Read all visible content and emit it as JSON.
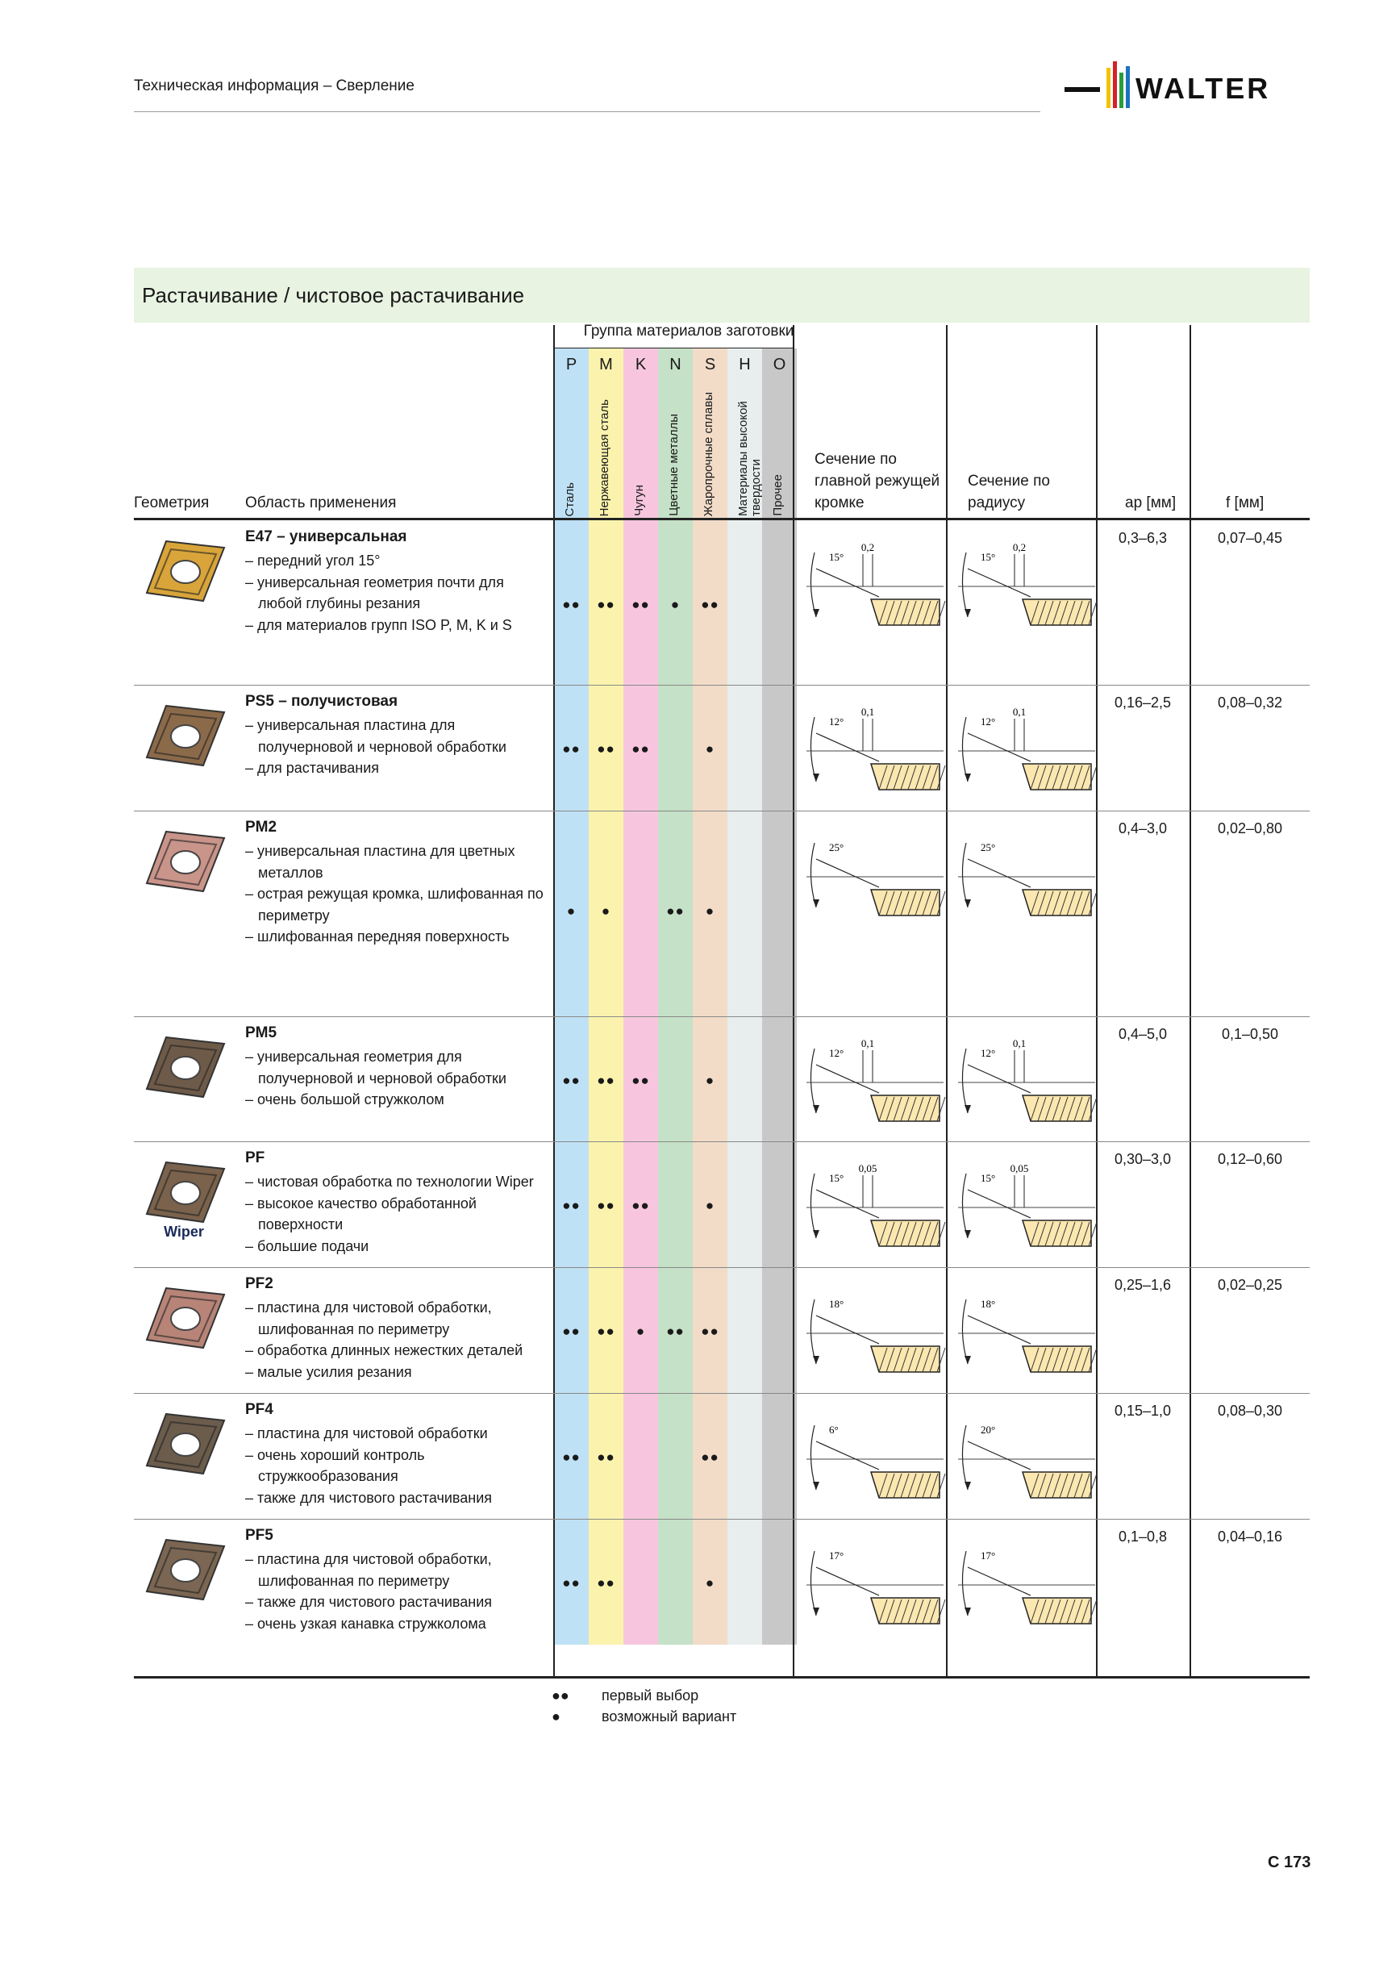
{
  "header": {
    "title": "Техническая информация – Сверление",
    "logo_text": "WALTER"
  },
  "section_title": "Растачивание / чистовое растачивание",
  "table": {
    "group_header": "Группа материалов заготовки",
    "col_geometry": "Геометрия",
    "col_application": "Область применения",
    "col_main_edge": "Сечение по главной режущей кромке",
    "col_radius": "Сечение по радиусу",
    "col_ap": "ap [мм]",
    "col_f": "f [мм]",
    "materials": [
      {
        "letter": "P",
        "label": "Сталь",
        "color": "#bfe1f5"
      },
      {
        "letter": "M",
        "label": "Нержавеющая сталь",
        "color": "#fbf3ad"
      },
      {
        "letter": "K",
        "label": "Чугун",
        "color": "#f7c6de"
      },
      {
        "letter": "N",
        "label": "Цветные металлы",
        "color": "#c5e1c7"
      },
      {
        "letter": "S",
        "label": "Жаропрочные сплавы",
        "color": "#f2dcc8"
      },
      {
        "letter": "H",
        "label": "Материалы высокой твердости",
        "color": "#e8eeee"
      },
      {
        "letter": "O",
        "label": "Прочее",
        "color": "#c8c8c8"
      }
    ],
    "rows": [
      {
        "title": "E47 – универсальная",
        "lines": [
          "– передний угол 15°",
          "– универсальная геометрия почти для любой глубины резания",
          "– для материалов групп ISO P, M, K и S"
        ],
        "dots": [
          "●●",
          "●●",
          "●●",
          "●",
          "●●",
          "",
          ""
        ],
        "ap": "0,3–6,3",
        "f": "0,07–0,45",
        "angle1": "15°",
        "angle2": "15°",
        "land": "0,2",
        "insert_color": "#d9a53a",
        "insert_label": ""
      },
      {
        "title": "PS5 – получистовая",
        "lines": [
          "– универсальная пластина для получерновой и черновой обработки",
          "– для растачивания"
        ],
        "dots": [
          "●●",
          "●●",
          "●●",
          "",
          "●",
          "",
          ""
        ],
        "ap": "0,16–2,5",
        "f": "0,08–0,32",
        "angle1": "12°",
        "angle2": "12°",
        "land": "0,1",
        "insert_color": "#8b6a4a",
        "insert_label": ""
      },
      {
        "title": "PM2",
        "lines": [
          "– универсальная пластина для цветных металлов",
          "– острая режущая кромка, шлифованная по периметру",
          "– шлифованная передняя поверхность"
        ],
        "dots": [
          "●",
          "●",
          "",
          "●●",
          "●",
          "",
          ""
        ],
        "ap": "0,4–3,0",
        "f": "0,02–0,80",
        "angle1": "25°",
        "angle2": "25°",
        "land": "",
        "insert_color": "#c9948a",
        "insert_label": ""
      },
      {
        "title": "PM5",
        "lines": [
          "– универсальная геометрия для получерновой и черновой обработки",
          "– очень большой стружколом"
        ],
        "dots": [
          "●●",
          "●●",
          "●●",
          "",
          "●",
          "",
          ""
        ],
        "ap": "0,4–5,0",
        "f": "0,1–0,50",
        "angle1": "12°",
        "angle2": "12°",
        "land": "0,1",
        "insert_color": "#6e5a48",
        "insert_label": ""
      },
      {
        "title": "PF",
        "lines": [
          "– чистовая обработка по технологии Wiper",
          "– высокое качество обработанной поверхности",
          "– большие подачи"
        ],
        "dots": [
          "●●",
          "●●",
          "●●",
          "",
          "●",
          "",
          ""
        ],
        "ap": "0,30–3,0",
        "f": "0,12–0,60",
        "angle1": "15°",
        "angle2": "15°",
        "land": "0,05",
        "insert_color": "#7a624c",
        "insert_label": "Wiper"
      },
      {
        "title": "PF2",
        "lines": [
          "– пластина для чистовой обработки, шлифованная по периметру",
          "– обработка длинных нежестких деталей",
          "– малые усилия резания"
        ],
        "dots": [
          "●●",
          "●●",
          "●",
          "●●",
          "●●",
          "",
          ""
        ],
        "ap": "0,25–1,6",
        "f": "0,02–0,25",
        "angle1": "18°",
        "angle2": "18°",
        "land": "",
        "insert_color": "#b88478",
        "insert_label": ""
      },
      {
        "title": "PF4",
        "lines": [
          "– пластина для чистовой обработки",
          "– очень хороший контроль стружкообразования",
          "– также для чистового растачивания"
        ],
        "dots": [
          "●●",
          "●●",
          "",
          "",
          "●●",
          "",
          ""
        ],
        "ap": "0,15–1,0",
        "f": "0,08–0,30",
        "angle1": "6°",
        "angle2": "20°",
        "land": "",
        "insert_color": "#6b5c4c",
        "insert_label": ""
      },
      {
        "title": "PF5",
        "lines": [
          "– пластина для чистовой обработки, шлифованная по периметру",
          "– также для чистового растачивания",
          "– очень узкая канавка стружколома"
        ],
        "dots": [
          "●●",
          "●●",
          "",
          "",
          "●",
          "",
          ""
        ],
        "ap": "0,1–0,8",
        "f": "0,04–0,16",
        "angle1": "17°",
        "angle2": "17°",
        "land": "",
        "insert_color": "#7a6652",
        "insert_label": ""
      }
    ]
  },
  "legend": [
    {
      "symbol": "●●",
      "text": "первый выбор"
    },
    {
      "symbol": "●",
      "text": "возможный вариант"
    }
  ],
  "page_number": "C 173"
}
